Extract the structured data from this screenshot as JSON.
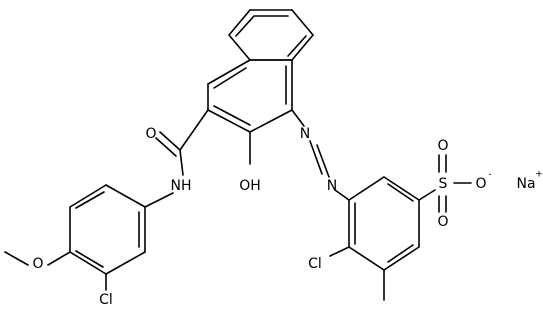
{
  "molecule": {
    "atom_labels": {
      "carbonyl_oxygen": "O",
      "amide_nitrogen": "NH",
      "hydroxyl": "OH",
      "azo_n1": "N",
      "azo_n2": "N",
      "methoxy_oxygen": "O",
      "left_chlorine": "Cl",
      "right_chlorine": "Cl",
      "sulfur": "S",
      "sulfonyl_o_top": "O",
      "sulfonyl_o_bottom": "O",
      "sulfonate_o": "O",
      "sulfonate_charge": "-",
      "sodium": "Na",
      "sodium_charge": "+"
    }
  }
}
